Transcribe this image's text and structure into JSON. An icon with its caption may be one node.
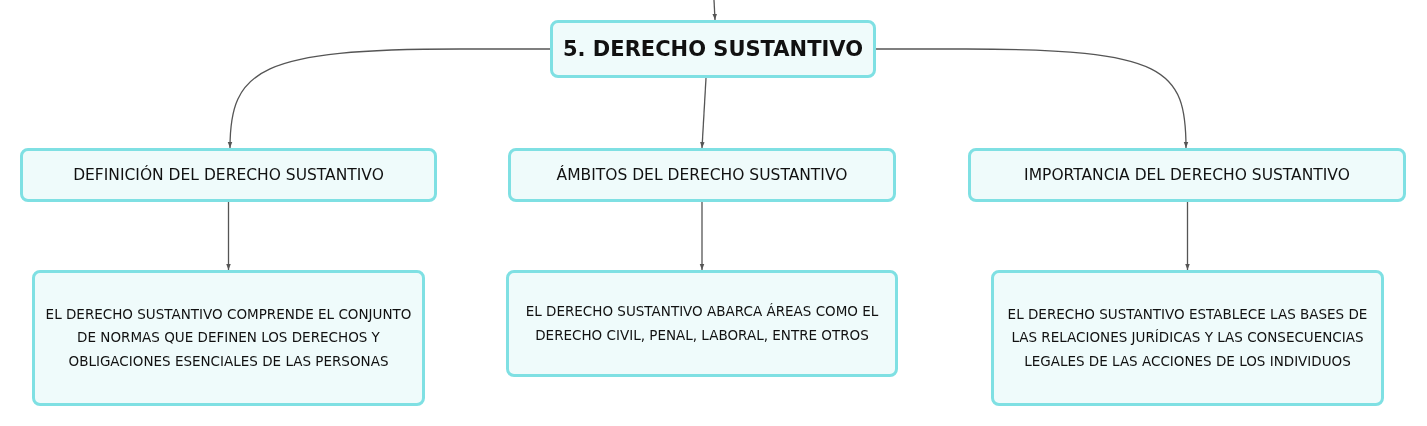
{
  "diagram": {
    "nodes": [
      {
        "text": [
          "5. DERECHO SUSTANTIVO"
        ]
      },
      {
        "text": [
          "DEFINICIÓN DEL DERECHO SUSTANTIVO"
        ]
      },
      {
        "text": [
          "ÁMBITOS DEL DERECHO SUSTANTIVO"
        ]
      },
      {
        "text": [
          "IMPORTANCIA DEL DERECHO SUSTANTIVO"
        ]
      },
      {
        "text": [
          "EL DERECHO SUSTANTIVO COMPRENDE EL CONJUNTO DE NORMAS QUE DEFINEN LOS DERECHOS Y OBLIGACIONES ESENCIALES DE LAS PERSONAS"
        ]
      },
      {
        "text": [
          "EL DERECHO SUSTANTIVO ABARCA ÁREAS COMO EL DERECHO CIVIL, PENAL, LABORAL, ENTRE OTROS"
        ]
      },
      {
        "text": [
          "EL DERECHO SUSTANTIVO ESTABLECE LAS BASES DE LAS RELACIONES JURÍDICAS Y LAS CONSECUENCIAS LEGALES DE LAS ACCIONES DE LOS INDIVIDUOS"
        ]
      }
    ],
    "edges": [
      {
        "from": null,
        "to": 0,
        "arrow": "to"
      },
      {
        "from": 0,
        "to": 1,
        "arrow": "to"
      },
      {
        "from": 0,
        "to": 2,
        "arrow": "to"
      },
      {
        "from": 0,
        "to": 3,
        "arrow": "to"
      },
      {
        "from": 1,
        "to": 4,
        "arrow": "to"
      },
      {
        "from": 2,
        "to": 5,
        "arrow": "to"
      },
      {
        "from": 3,
        "to": 6,
        "arrow": "to"
      }
    ]
  }
}
